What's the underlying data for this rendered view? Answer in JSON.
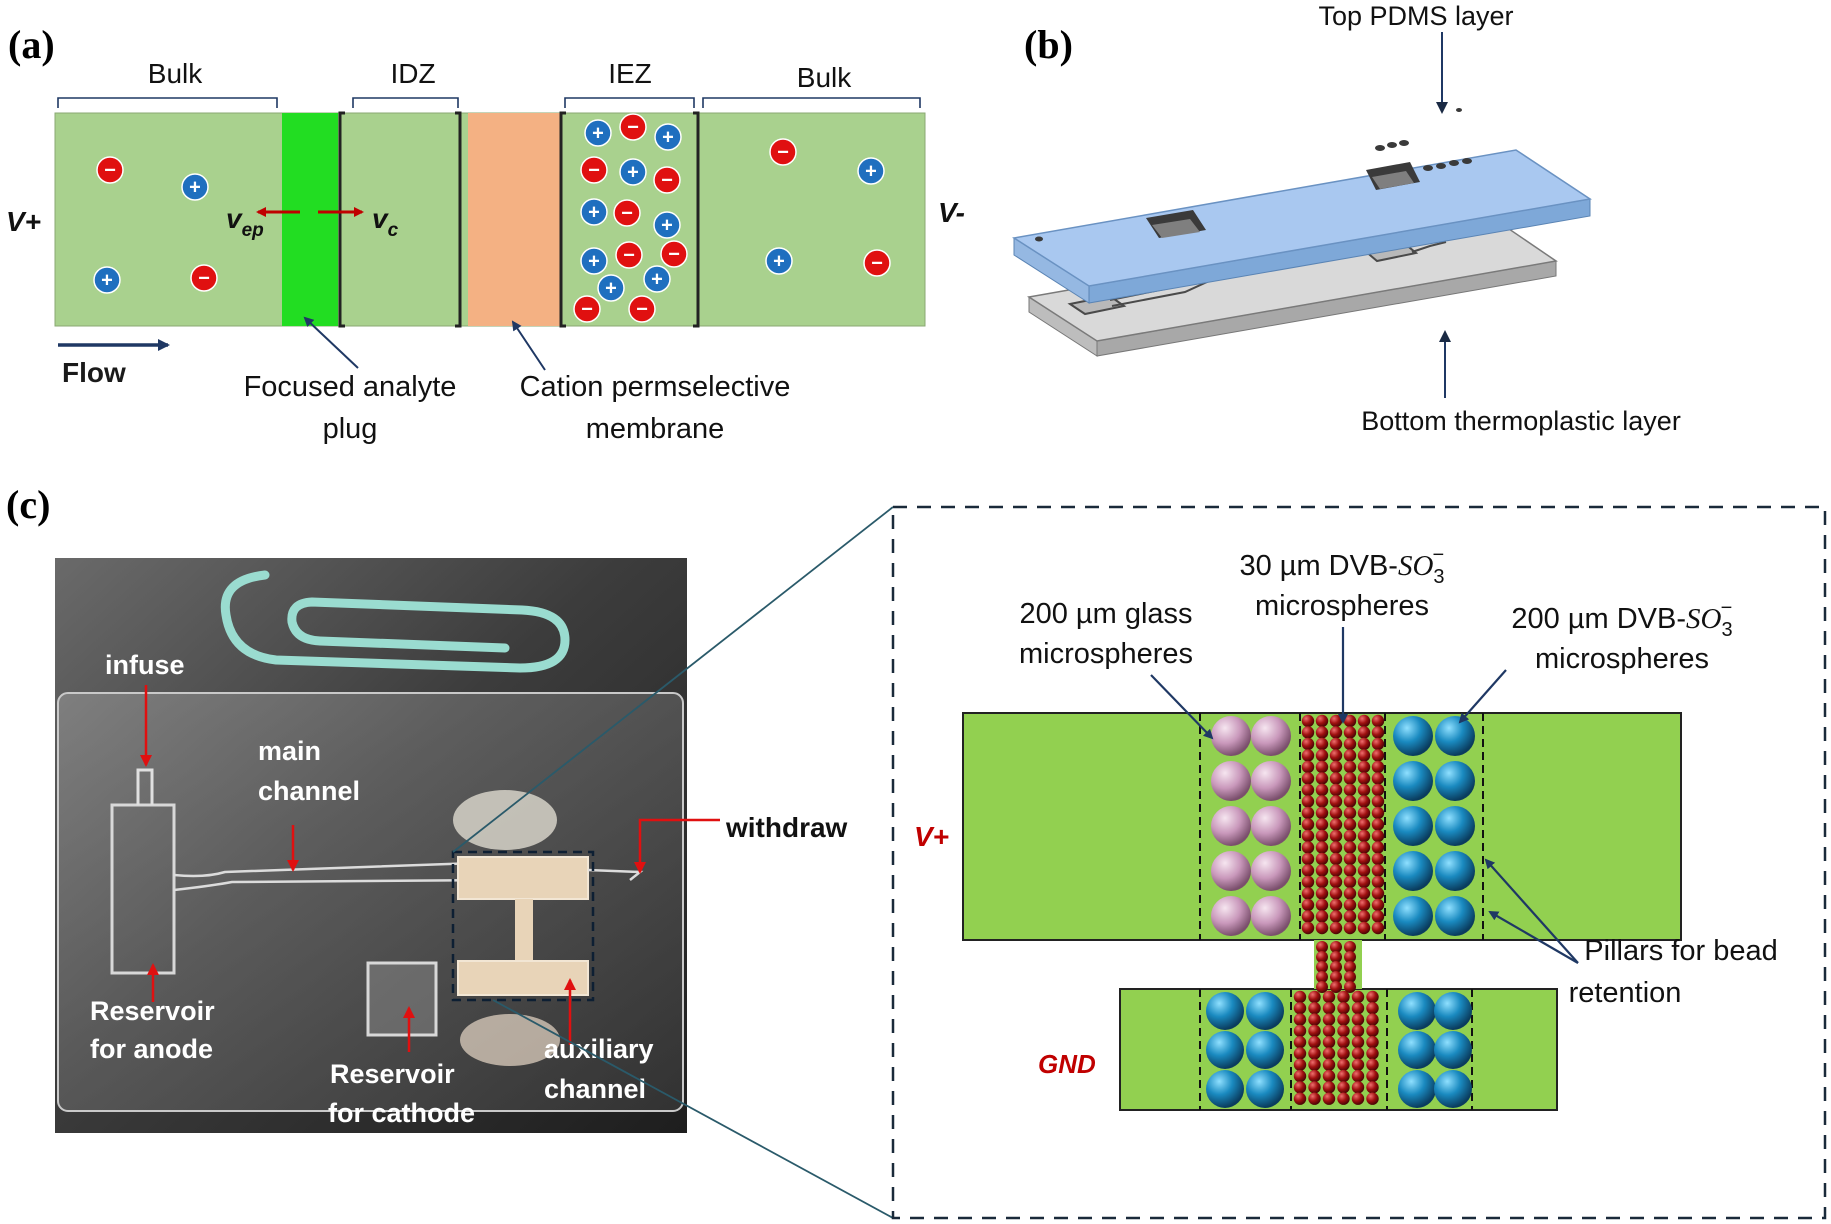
{
  "panel_a": {
    "label": "(a)",
    "zones": {
      "bulk_left": "Bulk",
      "idz": "IDZ",
      "iez": "IEZ",
      "bulk_right": "Bulk"
    },
    "v_plus": "V+",
    "v_minus": "V-",
    "vep_main": "v",
    "vep_sub": "ep",
    "vc_main": "v",
    "vc_sub": "c",
    "flow": "Flow",
    "plug_label": [
      "Focused analyte",
      "plug"
    ],
    "membrane_label": [
      "Cation permselective",
      "membrane"
    ],
    "plus_sign": "+",
    "minus_sign": "−",
    "colors": {
      "channel": "#a9d18e",
      "plug": "#22dd22",
      "membrane": "#f4b183",
      "cation": "#1f6fbf",
      "anion": "#e01010"
    }
  },
  "panel_b": {
    "label": "(b)",
    "top_layer": "Top PDMS layer",
    "bottom_layer": "Bottom thermoplastic layer",
    "colors": {
      "top": "#a9c8f0",
      "bottom": "#d9d9d9"
    }
  },
  "panel_c": {
    "label": "(c)",
    "photo": {
      "infuse": "infuse",
      "main_channel": [
        "main",
        "channel"
      ],
      "withdraw": "withdraw",
      "reservoir_anode": [
        "Reservoir",
        "for anode"
      ],
      "reservoir_cathode": [
        "Reservoir",
        "for cathode"
      ],
      "auxiliary_channel": [
        "auxiliary",
        "channel"
      ]
    },
    "zoom": {
      "glass_label": [
        "200 µm glass",
        "microspheres"
      ],
      "dvb30_prefix": "30 µm DVB-",
      "dvb30_suffix": "microspheres",
      "dvb200_prefix": "200 µm DVB-",
      "dvb200_suffix": "microspheres",
      "so3_main": "SO",
      "so3_sub": "3",
      "so3_sup": "−",
      "v_plus": "V+",
      "gnd": "GND",
      "pillars": [
        "Pillars for bead",
        "retention"
      ],
      "colors": {
        "channel": "#92d050",
        "glass_bead": "#d8a8c8",
        "dvb_small": "#a01818",
        "dvb_large": "#1a7ab0",
        "label_red": "#c00000"
      }
    }
  }
}
